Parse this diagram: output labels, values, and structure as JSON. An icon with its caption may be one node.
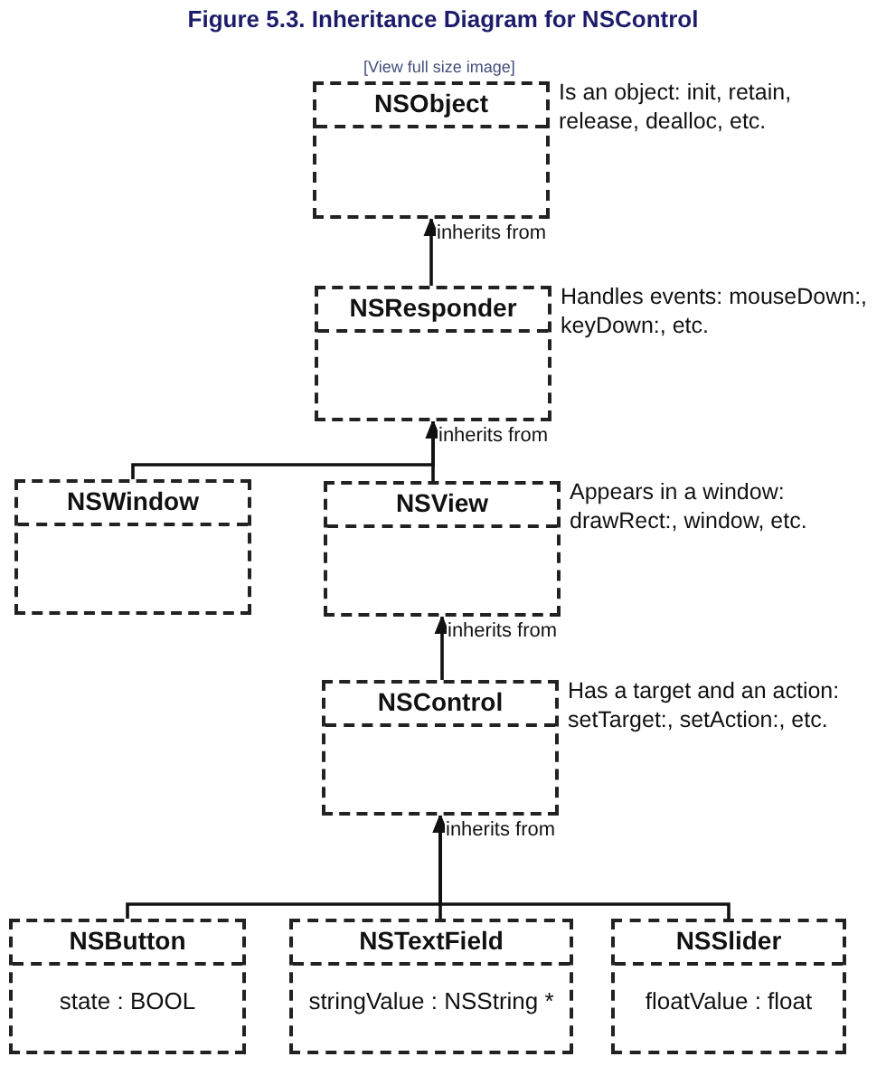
{
  "diagram": {
    "title": "Figure 5.3. Inheritance Diagram for NSControl",
    "nodes": [
      {
        "text": [
          "NSObject"
        ],
        "beside": [
          "Is an object: init, retain, release, dealloc, etc."
        ]
      },
      {
        "text": [
          "NSResponder"
        ],
        "beside": [
          "Handles events: mouseDown:, keyDown:, etc."
        ]
      },
      {
        "text": [
          "NSWindow"
        ]
      },
      {
        "text": [
          "NSView"
        ],
        "beside": [
          "Appears in a window: drawRect:, window, etc."
        ]
      },
      {
        "text": [
          "NSControl"
        ],
        "beside": [
          "Has a target and an action: setTarget:, setAction:, etc."
        ]
      },
      {
        "text": [
          "NSButton",
          "state : BOOL"
        ]
      },
      {
        "text": [
          "NSTextField",
          "stringValue : NSString *"
        ]
      },
      {
        "text": [
          "NSSlider",
          "floatValue : float"
        ]
      }
    ],
    "edges": [
      {
        "from": 1,
        "to": 0,
        "arrow": "to",
        "label": "inherits from"
      },
      {
        "from": 2,
        "to": 1,
        "arrow": "to"
      },
      {
        "from": 3,
        "to": 1,
        "arrow": "to",
        "label": "inherits from"
      },
      {
        "from": 4,
        "to": 3,
        "arrow": "to",
        "label": "inherits from"
      },
      {
        "from": 5,
        "to": 4,
        "arrow": "to"
      },
      {
        "from": 6,
        "to": 4,
        "arrow": "to",
        "label": "inherits from"
      },
      {
        "from": 7,
        "to": 4,
        "arrow": "to"
      }
    ],
    "labels": [
      "[View full size image]"
    ]
  }
}
